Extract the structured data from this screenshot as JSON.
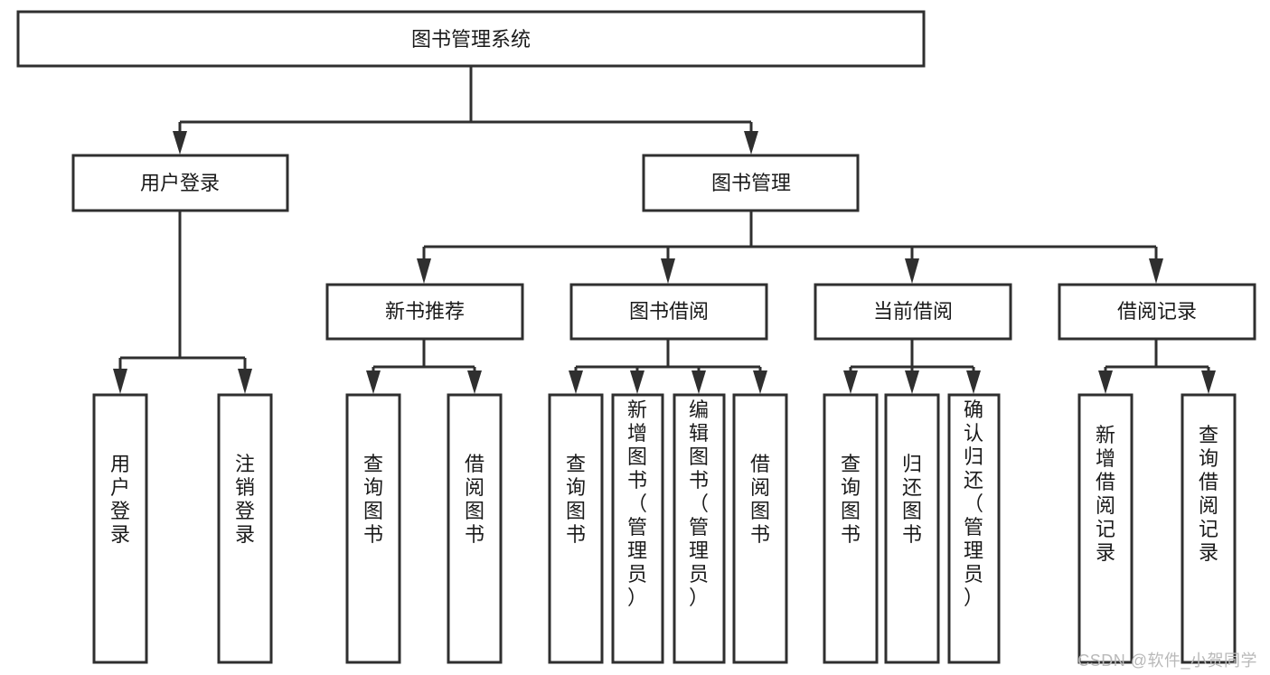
{
  "diagram": {
    "type": "tree",
    "title": "图书管理系统",
    "orientation": "top-down",
    "watermark": "CSDN @软件_小贺同学",
    "colors": {
      "stroke": "#2f2f2f",
      "fill": "#ffffff",
      "text": "#1a1a1a",
      "watermark": "#b9b9b9"
    },
    "nodes": {
      "root": {
        "label": "图书管理系统"
      },
      "level1": [
        {
          "id": "user-login",
          "label": "用户登录"
        },
        {
          "id": "book-management",
          "label": "图书管理"
        }
      ],
      "level2": [
        {
          "id": "new-book-recommend",
          "label": "新书推荐",
          "parent": "book-management"
        },
        {
          "id": "book-borrow",
          "label": "图书借阅",
          "parent": "book-management"
        },
        {
          "id": "current-borrow",
          "label": "当前借阅",
          "parent": "book-management"
        },
        {
          "id": "borrow-record",
          "label": "借阅记录",
          "parent": "book-management"
        }
      ],
      "leaves": [
        {
          "id": "leaf-user-login",
          "label": "用户登录",
          "parent": "user-login"
        },
        {
          "id": "leaf-logout-login",
          "label": "注销登录",
          "parent": "user-login"
        },
        {
          "id": "leaf-query-book-1",
          "label": "查询图书",
          "parent": "new-book-recommend"
        },
        {
          "id": "leaf-borrow-book-1",
          "label": "借阅图书",
          "parent": "new-book-recommend"
        },
        {
          "id": "leaf-query-book-2",
          "label": "查询图书",
          "parent": "book-borrow"
        },
        {
          "id": "leaf-add-book",
          "label": "新增图书（管理员）",
          "parent": "book-borrow"
        },
        {
          "id": "leaf-edit-book",
          "label": "编辑图书（管理员）",
          "parent": "book-borrow"
        },
        {
          "id": "leaf-borrow-book-2",
          "label": "借阅图书",
          "parent": "book-borrow"
        },
        {
          "id": "leaf-query-book-3",
          "label": "查询图书",
          "parent": "current-borrow"
        },
        {
          "id": "leaf-return-book",
          "label": "归还图书",
          "parent": "current-borrow"
        },
        {
          "id": "leaf-confirm-return",
          "label": "确认归还（管理员）",
          "parent": "current-borrow"
        },
        {
          "id": "leaf-add-record",
          "label": "新增借阅记录",
          "parent": "borrow-record"
        },
        {
          "id": "leaf-query-record",
          "label": "查询借阅记录",
          "parent": "borrow-record"
        }
      ]
    }
  }
}
